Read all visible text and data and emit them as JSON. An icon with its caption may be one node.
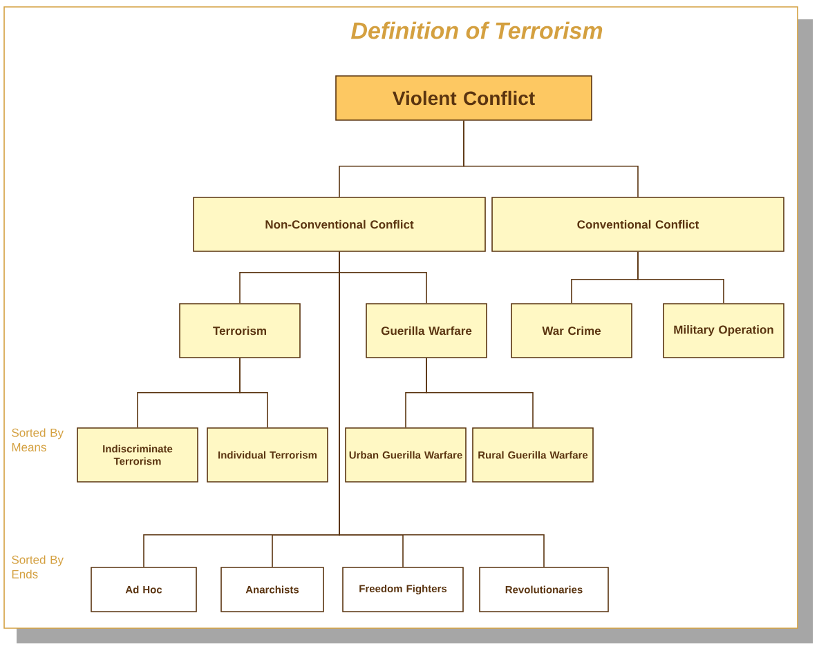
{
  "diagram": {
    "title": "Definition of Terrorism",
    "nodes": [
      {
        "text": [
          "Violent Conflict"
        ]
      },
      {
        "text": [
          "Non-Conventional Conflict"
        ]
      },
      {
        "text": [
          "Conventional Conflict"
        ]
      },
      {
        "text": [
          "Terrorism"
        ]
      },
      {
        "text": [
          "Guerilla Warfare"
        ]
      },
      {
        "text": [
          "War Crime"
        ]
      },
      {
        "text": [
          "Military Operation"
        ]
      },
      {
        "text": [
          "Indiscriminate Terrorism"
        ]
      },
      {
        "text": [
          "Individual Terrorism"
        ]
      },
      {
        "text": [
          "Urban Guerilla Warfare"
        ]
      },
      {
        "text": [
          "Rural Guerilla Warfare"
        ]
      },
      {
        "text": [
          "Ad Hoc"
        ]
      },
      {
        "text": [
          "Anarchists"
        ]
      },
      {
        "text": [
          "Freedom Fighters"
        ]
      },
      {
        "text": [
          "Revolutionaries"
        ]
      }
    ],
    "edges": [
      {
        "from": 0,
        "to": 1,
        "arrow": "none"
      },
      {
        "from": 0,
        "to": 2,
        "arrow": "none"
      },
      {
        "from": 1,
        "to": 3,
        "arrow": "none"
      },
      {
        "from": 1,
        "to": 4,
        "arrow": "none"
      },
      {
        "from": 2,
        "to": 5,
        "arrow": "none"
      },
      {
        "from": 2,
        "to": 6,
        "arrow": "none"
      },
      {
        "from": 3,
        "to": 7,
        "arrow": "none"
      },
      {
        "from": 3,
        "to": 8,
        "arrow": "none"
      },
      {
        "from": 4,
        "to": 9,
        "arrow": "none"
      },
      {
        "from": 4,
        "to": 10,
        "arrow": "none"
      },
      {
        "from": 1,
        "to": 11,
        "arrow": "none"
      },
      {
        "from": 1,
        "to": 12,
        "arrow": "none"
      },
      {
        "from": 1,
        "to": 13,
        "arrow": "none"
      },
      {
        "from": 1,
        "to": 14,
        "arrow": "none"
      }
    ],
    "labels": [
      "Sorted By Means",
      "Sorted By Ends"
    ]
  }
}
